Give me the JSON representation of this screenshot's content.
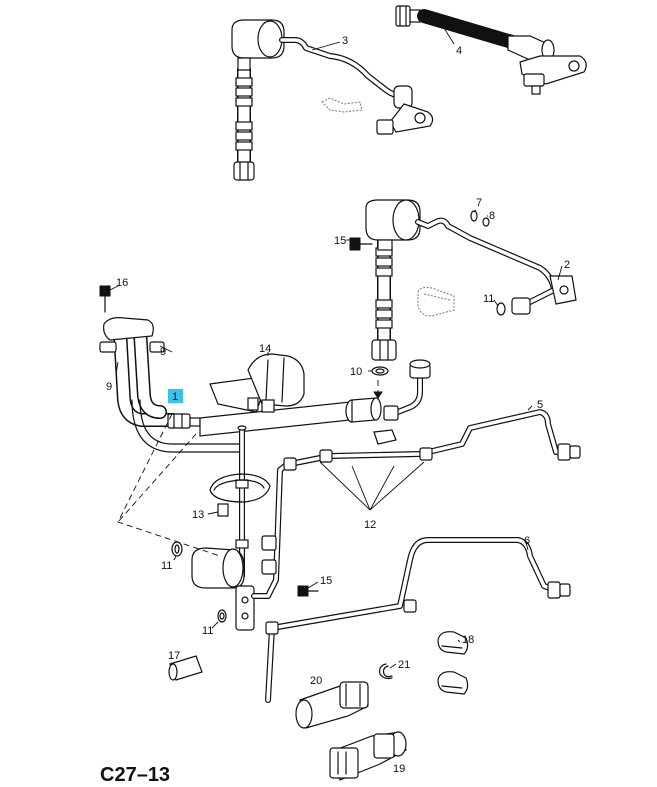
{
  "figure": {
    "code": "C27–13",
    "highlight_color": "#35c4ef",
    "callouts": {
      "p1": "1",
      "p2": "2",
      "p3": "3",
      "p4": "4",
      "p5": "5",
      "p6": "6",
      "p7": "7",
      "p8": "8",
      "p9a": "9",
      "p9b": "9",
      "p10": "10",
      "p11a": "11",
      "p11b": "11",
      "p11c": "11",
      "p12": "12",
      "p13": "13",
      "p14": "14",
      "p15a": "15",
      "p15b": "15",
      "p16": "16",
      "p17": "17",
      "p18": "18",
      "p19": "19",
      "p20": "20",
      "p21": "21"
    }
  }
}
